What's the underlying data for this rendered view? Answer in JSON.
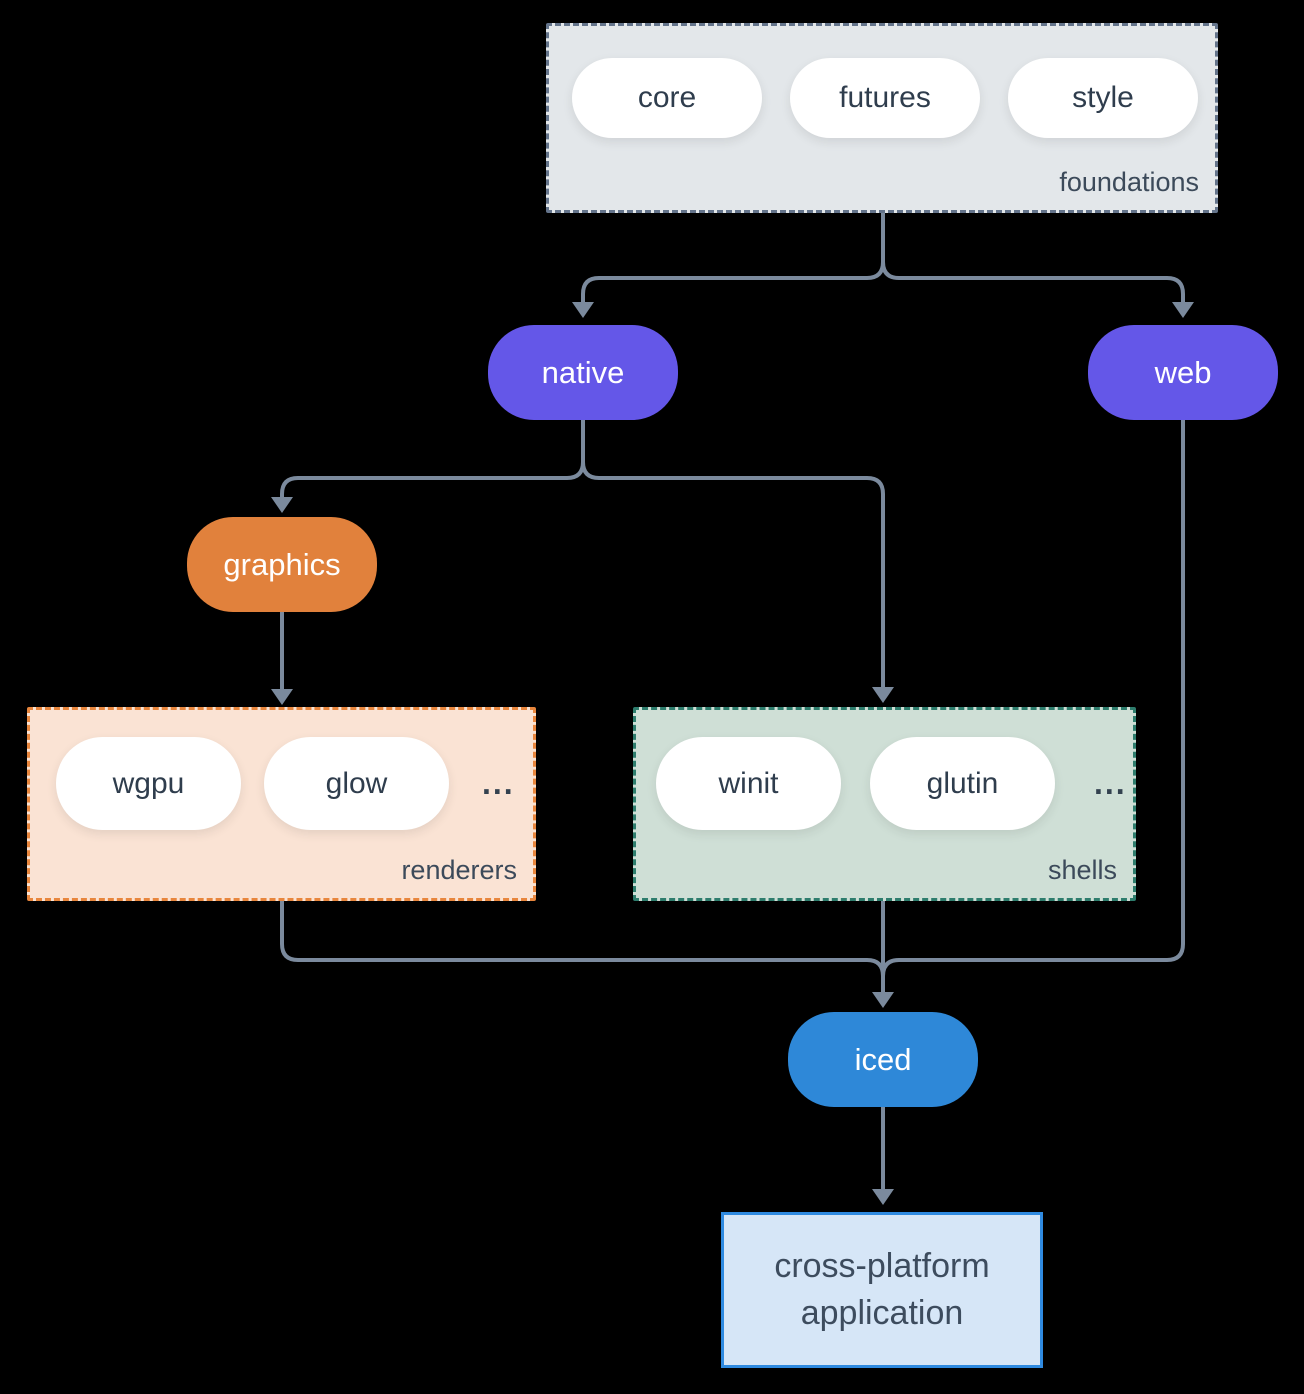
{
  "background_color": "#000000",
  "connector_color": "#7b8a9d",
  "groups": {
    "foundations": {
      "label": "foundations",
      "fill": "#e3e7ea",
      "border_color": "#64748b",
      "pills": [
        "core",
        "futures",
        "style"
      ]
    },
    "renderers": {
      "label": "renderers",
      "fill": "#fae3d4",
      "border_color": "#e8863d",
      "pills": [
        "wgpu",
        "glow"
      ],
      "ellipsis": "..."
    },
    "shells": {
      "label": "shells",
      "fill": "#cfdfd6",
      "border_color": "#2e7d6d",
      "pills": [
        "winit",
        "glutin"
      ],
      "ellipsis": "..."
    }
  },
  "nodes": {
    "native": {
      "label": "native",
      "color": "#6457e8"
    },
    "web": {
      "label": "web",
      "color": "#6457e8"
    },
    "graphics": {
      "label": "graphics",
      "color": "#e1813c"
    },
    "iced": {
      "label": "iced",
      "color": "#2e88d8"
    },
    "application": {
      "label": "cross-platform application",
      "fill": "#d6e6f7",
      "border_color": "#2f8ae0"
    }
  },
  "edges": [
    "foundations -> native",
    "foundations -> web",
    "native -> graphics",
    "native -> shells",
    "graphics -> renderers",
    "renderers -> iced",
    "shells -> iced",
    "web -> iced",
    "iced -> application"
  ]
}
